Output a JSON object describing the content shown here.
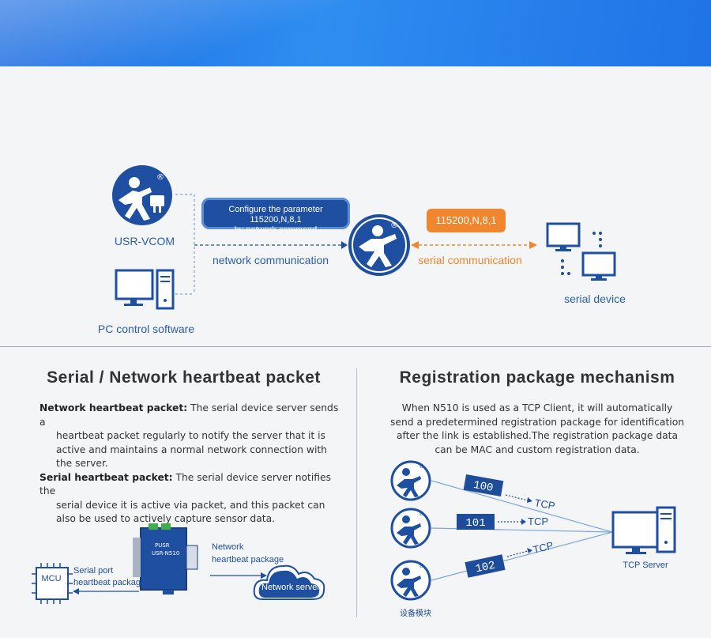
{
  "top_diagram": {
    "usr_vcom_label": "USR-VCOM",
    "pc_software_label": "PC control software",
    "command_box": {
      "line1": "Configure the parameter 115200,N,8,1",
      "line2": "by network command"
    },
    "network_comm_label": "network communication",
    "serial_param_label": "115200,N,8,1",
    "serial_comm_label": "serial communication",
    "serial_device_label": "serial device",
    "registered_mark": "®"
  },
  "heartbeat_section": {
    "title": "Serial / Network heartbeat packet",
    "network_term": "Network heartbeat packet:",
    "network_desc_1": " The serial device server sends a",
    "network_desc_2": "heartbeat packet regularly to notify the server that it is",
    "network_desc_3": "active and maintains a normal network connection with",
    "network_desc_4": "the server.",
    "serial_term": "Serial heartbeat packet:",
    "serial_desc_1": " The serial device server notifies the",
    "serial_desc_2": "serial device it is active via packet, and this packet can",
    "serial_desc_3": "also be used to actively capture sensor data.",
    "device_brand": "PUSR",
    "device_model": "USR-N510",
    "mcu_label": "MCU",
    "serial_hb_line1": "Serial port",
    "serial_hb_line2": "heartbeat package",
    "network_hb_line1": "Network",
    "network_hb_line2": "heartbeat package",
    "cloud_label": "Network server"
  },
  "registration_section": {
    "title": "Registration package mechanism",
    "desc_1": "When N510 is used as a TCP Client, it will automatically",
    "desc_2": "send a predetermined registration package for identification",
    "desc_3": "after the link is established.The registration package data",
    "desc_4": "can be MAC and custom registration data.",
    "packets": [
      "100",
      "101",
      "102"
    ],
    "tcp_label": "TCP",
    "server_label": "TCP Server",
    "module_label": "设备模块"
  },
  "colors": {
    "primary_blue": "#1f4fa0",
    "orange": "#f0862e",
    "banner_blue": "#1f73e6"
  }
}
